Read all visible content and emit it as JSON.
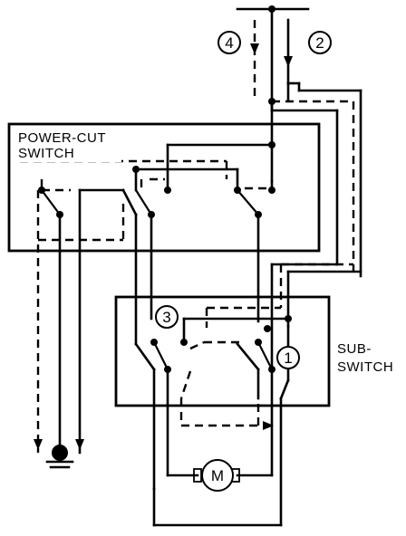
{
  "labels": {
    "power_cut_line1": "POWER-CUT",
    "power_cut_line2": "SWITCH",
    "sub_line1": "SUB-",
    "sub_line2": "SWITCH",
    "motor": "M"
  },
  "markers": [
    "4",
    "2",
    "3",
    "1"
  ]
}
